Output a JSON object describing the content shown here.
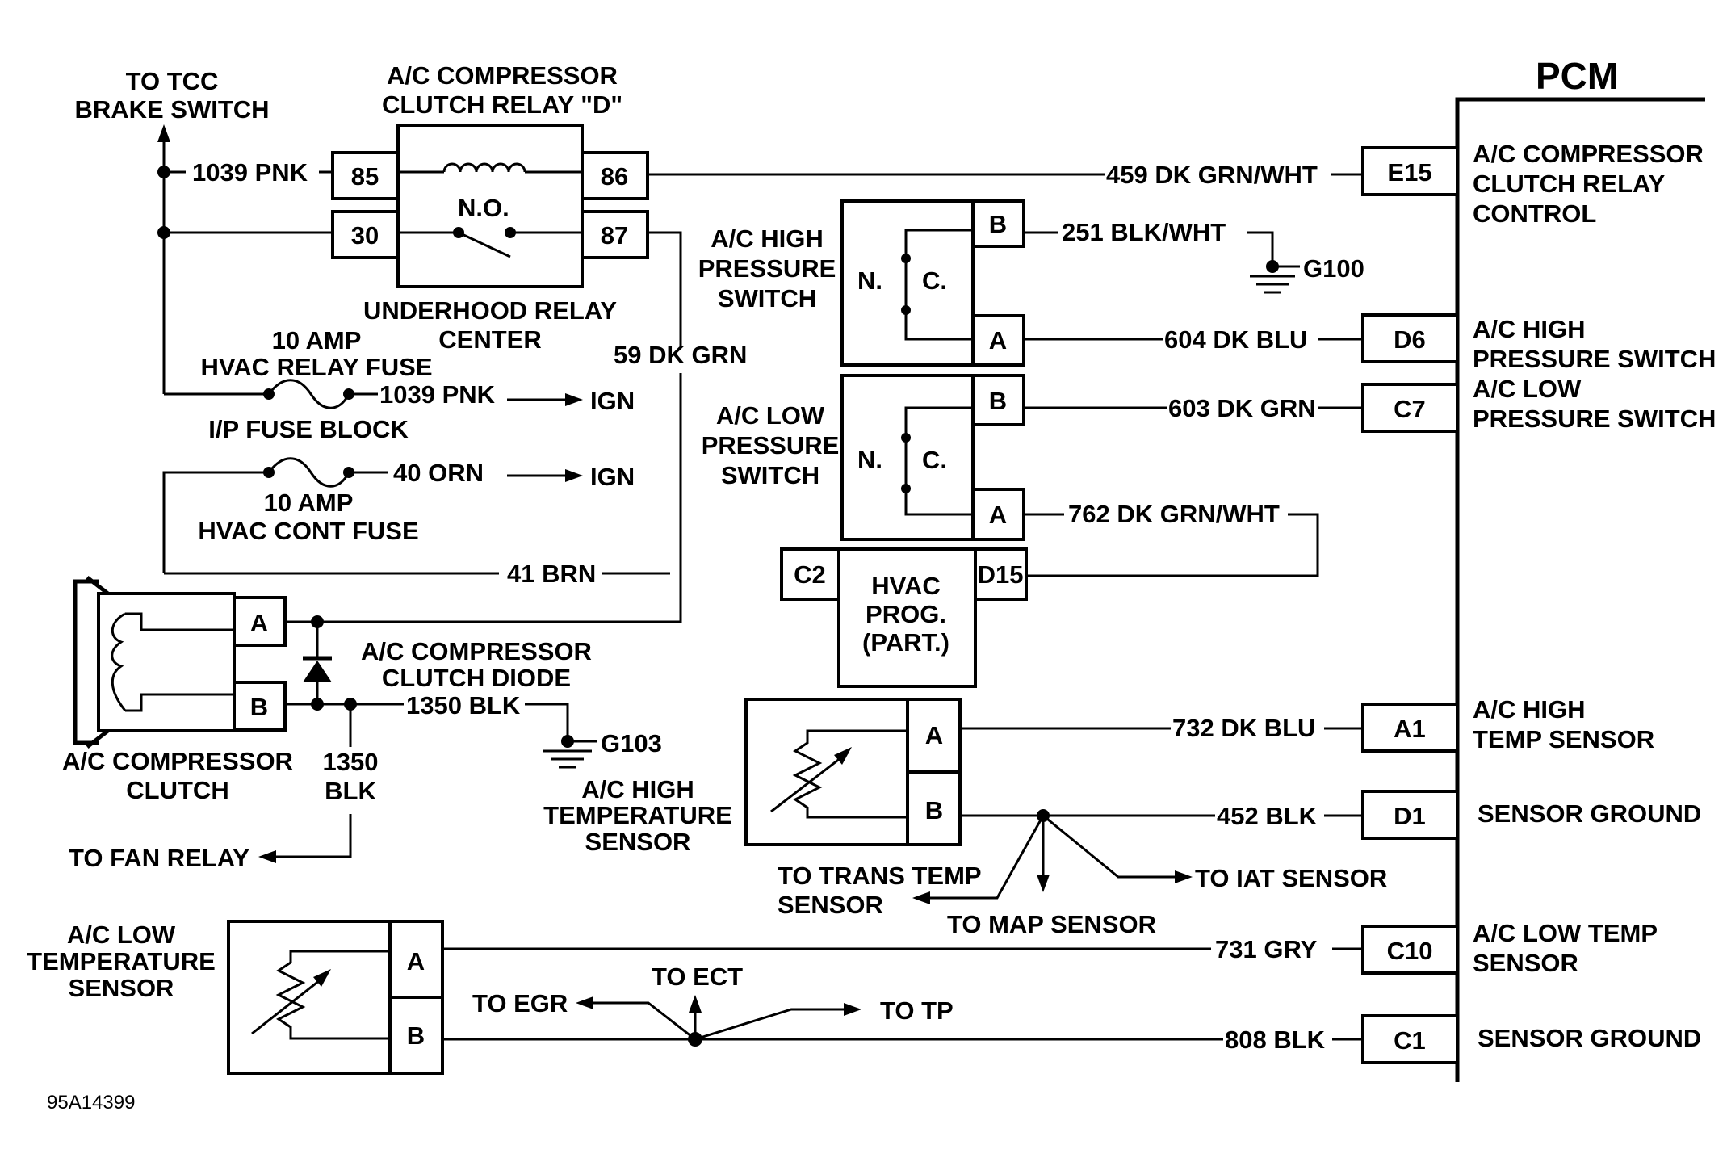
{
  "pcm": {
    "title": "PCM",
    "pins": [
      {
        "id": "E15",
        "desc1": "A/C COMPRESSOR",
        "desc2": "CLUTCH RELAY",
        "desc3": "CONTROL"
      },
      {
        "id": "D6",
        "desc1": "A/C HIGH",
        "desc2": "PRESSURE SWITCH"
      },
      {
        "id": "C7",
        "desc1": "A/C LOW",
        "desc2": "PRESSURE SWITCH"
      },
      {
        "id": "A1",
        "desc1": "A/C HIGH",
        "desc2": "TEMP SENSOR"
      },
      {
        "id": "D1",
        "desc1": "SENSOR GROUND"
      },
      {
        "id": "C10",
        "desc1": "A/C LOW TEMP",
        "desc2": "SENSOR"
      },
      {
        "id": "C1",
        "desc1": "SENSOR GROUND"
      }
    ]
  },
  "relay": {
    "title1": "A/C COMPRESSOR",
    "title2": "CLUTCH RELAY \"D\"",
    "contact": "N.O.",
    "pins": [
      "85",
      "86",
      "30",
      "87"
    ],
    "location1": "UNDERHOOD RELAY",
    "location2": "CENTER"
  },
  "tcc": {
    "line1": "TO TCC",
    "line2": "BRAKE SWITCH"
  },
  "fuses": {
    "relay_fuse1": "10 AMP",
    "relay_fuse2": "HVAC RELAY FUSE",
    "block": "I/P FUSE BLOCK",
    "cont_fuse1": "10 AMP",
    "cont_fuse2": "HVAC CONT FUSE"
  },
  "wires": {
    "w1039_top": "1039 PNK",
    "w459": "459 DK GRN/WHT",
    "w251": "251 BLK/WHT",
    "w604": "604 DK BLU",
    "w603": "603 DK GRN",
    "w762": "762 DK GRN/WHT",
    "w59": "59 DK GRN",
    "w1039_fuse": "1039 PNK",
    "w40": "40 ORN",
    "w41": "41 BRN",
    "w1350_h": "1350 BLK",
    "w1350_v1": "1350",
    "w1350_v2": "BLK",
    "w732": "732 DK BLU",
    "w452": "452 BLK",
    "w731": "731 GRY",
    "w808": "808 BLK",
    "ign1": "IGN",
    "ign2": "IGN"
  },
  "grounds": {
    "g100": "G100",
    "g103": "G103"
  },
  "high_switch": {
    "l1": "A/C HIGH",
    "l2": "PRESSURE",
    "l3": "SWITCH",
    "n": "N.",
    "c": "C.",
    "pin_b": "B",
    "pin_a": "A"
  },
  "low_switch": {
    "l1": "A/C LOW",
    "l2": "PRESSURE",
    "l3": "SWITCH",
    "n": "N.",
    "c": "C.",
    "pin_b": "B",
    "pin_a": "A"
  },
  "hvac": {
    "l1": "HVAC",
    "l2": "PROG.",
    "l3": "(PART.)",
    "pin_l": "C2",
    "pin_r": "D15"
  },
  "clutch": {
    "l1": "A/C COMPRESSOR",
    "l2": "CLUTCH",
    "pin_a": "A",
    "pin_b": "B"
  },
  "diode": {
    "l1": "A/C COMPRESSOR",
    "l2": "CLUTCH DIODE"
  },
  "high_temp": {
    "l1": "A/C HIGH",
    "l2": "TEMPERATURE",
    "l3": "SENSOR",
    "pin_a": "A",
    "pin_b": "B"
  },
  "low_temp": {
    "l1": "A/C LOW",
    "l2": "TEMPERATURE",
    "l3": "SENSOR",
    "pin_a": "A",
    "pin_b": "B"
  },
  "destinations": {
    "fan_relay": "TO FAN RELAY",
    "trans_temp1": "TO TRANS TEMP",
    "trans_temp2": "SENSOR",
    "map": "TO MAP SENSOR",
    "iat": "TO IAT SENSOR",
    "egr": "TO EGR",
    "ect": "TO ECT",
    "tp": "TO TP"
  },
  "figure_id": "95A14399"
}
